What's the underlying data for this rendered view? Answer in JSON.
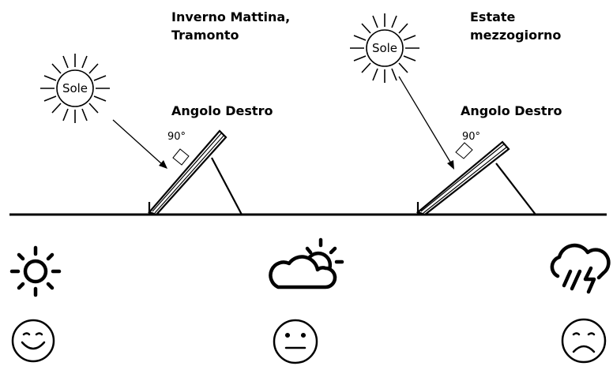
{
  "left_scene": {
    "sun_label": "Sole",
    "title_line1": "Inverno Mattina,",
    "title_line2": "Tramonto",
    "angle_label": "Angolo Destro",
    "degree": "90°"
  },
  "right_scene": {
    "sun_label": "Sole",
    "title_line1": "Estate",
    "title_line2": "mezzogiorno",
    "angle_label": "Angolo Destro",
    "degree": "90°"
  },
  "weather": [
    {
      "icon": "sun-icon",
      "mood": "smiley-happy-icon"
    },
    {
      "icon": "partly-cloudy-icon",
      "mood": "smiley-neutral-icon"
    },
    {
      "icon": "storm-icon",
      "mood": "smiley-sad-icon"
    }
  ]
}
